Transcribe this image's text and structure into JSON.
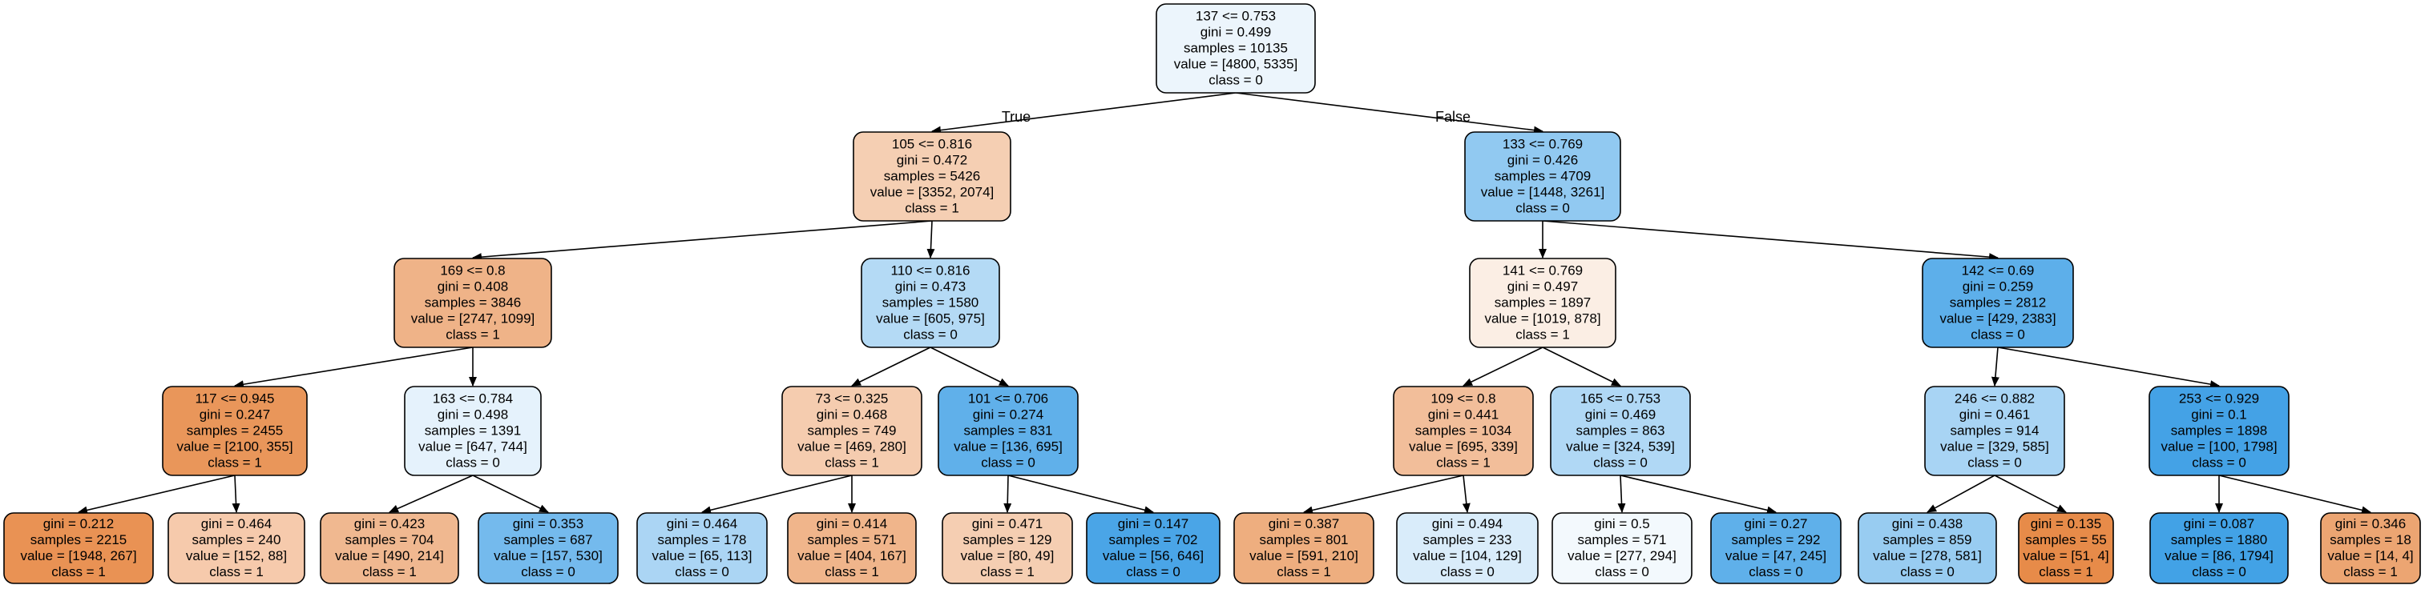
{
  "diagram": {
    "edge_labels": {
      "true": "True",
      "false": "False"
    },
    "colors": {
      "class_1_color": "#e58139",
      "class_0_color": "#399de5",
      "border": "#000000",
      "text": "#000000"
    },
    "nodes": [
      {
        "id": "n0",
        "lines": [
          "137 <= 0.753",
          "gini = 0.499",
          "samples = 10135",
          "value = [4800, 5335]",
          "class = 0"
        ],
        "fill": "#ecf5fc"
      },
      {
        "id": "n1",
        "lines": [
          "105 <= 0.816",
          "gini = 0.472",
          "samples = 5426",
          "value = [3352, 2074]",
          "class = 1"
        ],
        "fill": "#f5cfb3"
      },
      {
        "id": "n2",
        "lines": [
          "133 <= 0.769",
          "gini = 0.426",
          "samples = 4709",
          "value = [1448, 3261]",
          "class = 0"
        ],
        "fill": "#91c9f1"
      },
      {
        "id": "n3",
        "lines": [
          "169 <= 0.8",
          "gini = 0.408",
          "samples = 3846",
          "value = [2747, 1099]",
          "class = 1"
        ],
        "fill": "#efb388"
      },
      {
        "id": "n4",
        "lines": [
          "110 <= 0.816",
          "gini = 0.473",
          "samples = 1580",
          "value = [605, 975]",
          "class = 0"
        ],
        "fill": "#b4daf5"
      },
      {
        "id": "n5",
        "lines": [
          "141 <= 0.769",
          "gini = 0.497",
          "samples = 1897",
          "value = [1019, 878]",
          "class = 1"
        ],
        "fill": "#fbeee4"
      },
      {
        "id": "n6",
        "lines": [
          "142 <= 0.69",
          "gini = 0.259",
          "samples = 2812",
          "value = [429, 2383]",
          "class = 0"
        ],
        "fill": "#5dafea"
      },
      {
        "id": "n7",
        "lines": [
          "117 <= 0.945",
          "gini = 0.247",
          "samples = 2455",
          "value = [2100, 355]",
          "class = 1"
        ],
        "fill": "#e9965a"
      },
      {
        "id": "n8",
        "lines": [
          "163 <= 0.784",
          "gini = 0.498",
          "samples = 1391",
          "value = [647, 744]",
          "class = 0"
        ],
        "fill": "#e5f2fc"
      },
      {
        "id": "n9",
        "lines": [
          "73 <= 0.325",
          "gini = 0.468",
          "samples = 749",
          "value = [469, 280]",
          "class = 1"
        ],
        "fill": "#f5ccaf"
      },
      {
        "id": "n10",
        "lines": [
          "101 <= 0.706",
          "gini = 0.274",
          "samples = 831",
          "value = [136, 695]",
          "class = 0"
        ],
        "fill": "#60b0ea"
      },
      {
        "id": "n11",
        "lines": [
          "109 <= 0.8",
          "gini = 0.441",
          "samples = 1034",
          "value = [695, 339]",
          "class = 1"
        ],
        "fill": "#f2be9a"
      },
      {
        "id": "n12",
        "lines": [
          "165 <= 0.753",
          "gini = 0.469",
          "samples = 863",
          "value = [324, 539]",
          "class = 0"
        ],
        "fill": "#b0d8f5"
      },
      {
        "id": "n13",
        "lines": [
          "246 <= 0.882",
          "gini = 0.461",
          "samples = 914",
          "value = [329, 585]",
          "class = 0"
        ],
        "fill": "#a8d4f4"
      },
      {
        "id": "n14",
        "lines": [
          "253 <= 0.929",
          "gini = 0.1",
          "samples = 1898",
          "value = [100, 1798]",
          "class = 0"
        ],
        "fill": "#44a2e6"
      },
      {
        "id": "n15",
        "lines": [
          "gini = 0.212",
          "samples = 2215",
          "value = [1948, 267]",
          "class = 1"
        ],
        "fill": "#e99254"
      },
      {
        "id": "n16",
        "lines": [
          "gini = 0.464",
          "samples = 240",
          "value = [152, 88]",
          "class = 1"
        ],
        "fill": "#f6caac"
      },
      {
        "id": "n17",
        "lines": [
          "gini = 0.423",
          "samples = 704",
          "value = [490, 214]",
          "class = 1"
        ],
        "fill": "#f0b890"
      },
      {
        "id": "n18",
        "lines": [
          "gini = 0.353",
          "samples = 687",
          "value = [157, 530]",
          "class = 0"
        ],
        "fill": "#74baed"
      },
      {
        "id": "n19",
        "lines": [
          "gini = 0.464",
          "samples = 178",
          "value = [65, 113]",
          "class = 0"
        ],
        "fill": "#abd5f4"
      },
      {
        "id": "n20",
        "lines": [
          "gini = 0.414",
          "samples = 571",
          "value = [404, 167]",
          "class = 1"
        ],
        "fill": "#f0b58b"
      },
      {
        "id": "n21",
        "lines": [
          "gini = 0.471",
          "samples = 129",
          "value = [80, 49]",
          "class = 1"
        ],
        "fill": "#f5ceb2"
      },
      {
        "id": "n22",
        "lines": [
          "gini = 0.147",
          "samples = 702",
          "value = [56, 646]",
          "class = 0"
        ],
        "fill": "#4aa5e7"
      },
      {
        "id": "n23",
        "lines": [
          "gini = 0.387",
          "samples = 801",
          "value = [591, 210]",
          "class = 1"
        ],
        "fill": "#eeae7f"
      },
      {
        "id": "n24",
        "lines": [
          "gini = 0.494",
          "samples = 233",
          "value = [104, 129]",
          "class = 0"
        ],
        "fill": "#d9ecfa"
      },
      {
        "id": "n25",
        "lines": [
          "gini = 0.5",
          "samples = 571",
          "value = [277, 294]",
          "class = 0"
        ],
        "fill": "#f3f9fd"
      },
      {
        "id": "n26",
        "lines": [
          "gini = 0.27",
          "samples = 292",
          "value = [47, 245]",
          "class = 0"
        ],
        "fill": "#5fb0ea"
      },
      {
        "id": "n27",
        "lines": [
          "gini = 0.438",
          "samples = 859",
          "value = [278, 581]",
          "class = 0"
        ],
        "fill": "#98ccf1"
      },
      {
        "id": "n28",
        "lines": [
          "gini = 0.135",
          "samples = 55",
          "value = [51, 4]",
          "class = 1"
        ],
        "fill": "#e78b49"
      },
      {
        "id": "n29",
        "lines": [
          "gini = 0.087",
          "samples = 1880",
          "value = [86, 1794]",
          "class = 0"
        ],
        "fill": "#42a2e6"
      },
      {
        "id": "n30",
        "lines": [
          "gini = 0.346",
          "samples = 18",
          "value = [14, 4]",
          "class = 1"
        ],
        "fill": "#eca572"
      }
    ],
    "edges": [
      [
        "n0",
        "n1"
      ],
      [
        "n0",
        "n2"
      ],
      [
        "n1",
        "n3"
      ],
      [
        "n1",
        "n4"
      ],
      [
        "n2",
        "n5"
      ],
      [
        "n2",
        "n6"
      ],
      [
        "n3",
        "n7"
      ],
      [
        "n3",
        "n8"
      ],
      [
        "n4",
        "n9"
      ],
      [
        "n4",
        "n10"
      ],
      [
        "n5",
        "n11"
      ],
      [
        "n5",
        "n12"
      ],
      [
        "n6",
        "n13"
      ],
      [
        "n6",
        "n14"
      ],
      [
        "n7",
        "n15"
      ],
      [
        "n7",
        "n16"
      ],
      [
        "n8",
        "n17"
      ],
      [
        "n8",
        "n18"
      ],
      [
        "n9",
        "n19"
      ],
      [
        "n9",
        "n20"
      ],
      [
        "n10",
        "n21"
      ],
      [
        "n10",
        "n22"
      ],
      [
        "n11",
        "n23"
      ],
      [
        "n11",
        "n24"
      ],
      [
        "n12",
        "n25"
      ],
      [
        "n12",
        "n26"
      ],
      [
        "n13",
        "n27"
      ],
      [
        "n13",
        "n28"
      ],
      [
        "n14",
        "n29"
      ],
      [
        "n14",
        "n30"
      ]
    ]
  }
}
